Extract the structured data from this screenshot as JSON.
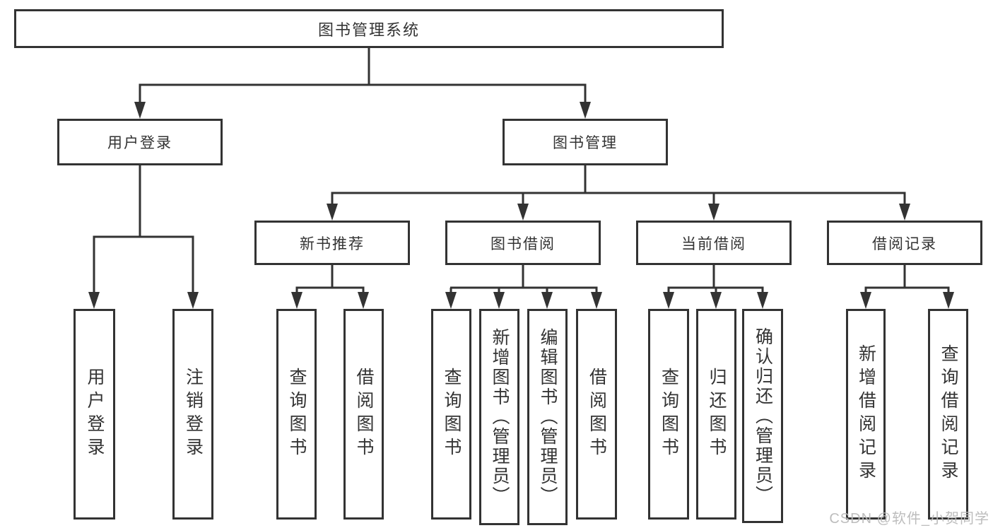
{
  "tree": {
    "label": "图书管理系统",
    "children": [
      {
        "label": "用户登录",
        "children": [
          {
            "label": "用户登录"
          },
          {
            "label": "注销登录"
          }
        ]
      },
      {
        "label": "图书管理",
        "children": [
          {
            "label": "新书推荐",
            "children": [
              {
                "label": "查询图书"
              },
              {
                "label": "借阅图书"
              }
            ]
          },
          {
            "label": "图书借阅",
            "children": [
              {
                "label": "查询图书"
              },
              {
                "label": "新增图书（管理员）"
              },
              {
                "label": "编辑图书（管理员）"
              },
              {
                "label": "借阅图书"
              }
            ]
          },
          {
            "label": "当前借阅",
            "children": [
              {
                "label": "查询图书"
              },
              {
                "label": "归还图书"
              },
              {
                "label": "确认归还（管理员）"
              }
            ]
          },
          {
            "label": "借阅记录",
            "children": [
              {
                "label": "新增借阅记录"
              },
              {
                "label": "查询借阅记录"
              }
            ]
          }
        ]
      }
    ]
  },
  "watermark": "CSDN @软件_小贺同学",
  "colors": {
    "line": "#333333",
    "box_border": "#333333",
    "text": "#333333",
    "watermark": "#b9b9b9",
    "background": "#ffffff"
  }
}
